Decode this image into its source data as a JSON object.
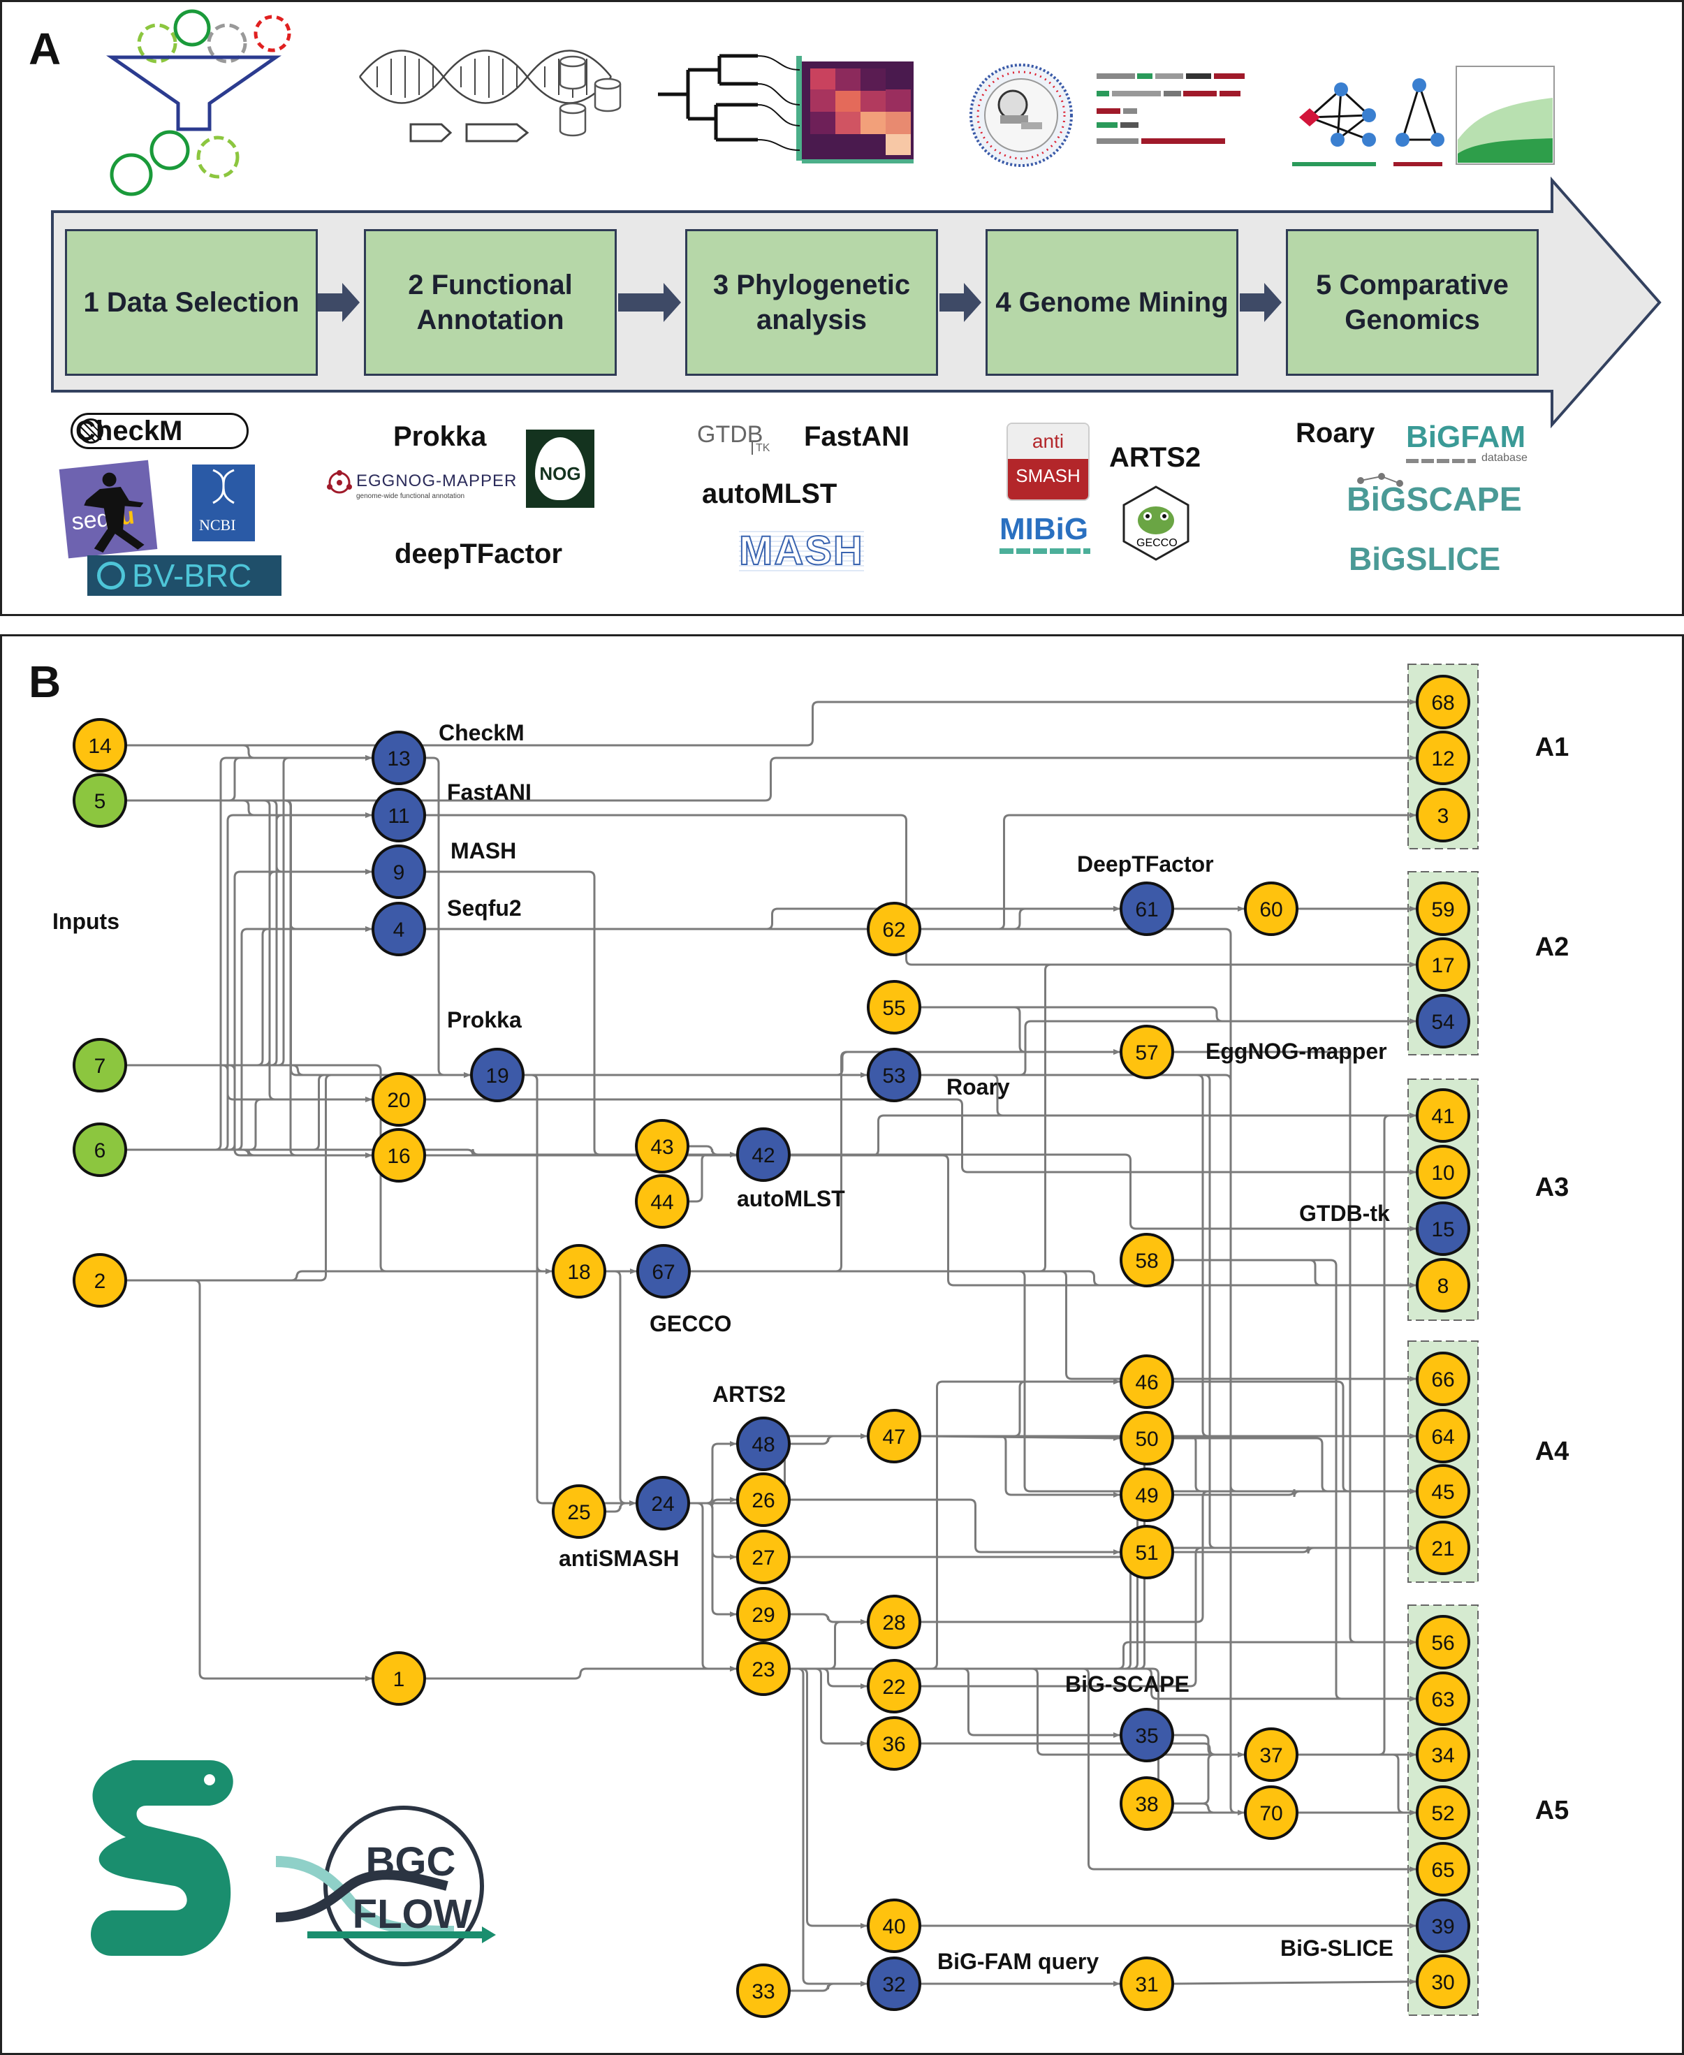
{
  "panel_a": {
    "label": "A",
    "steps": [
      {
        "label": "1 Data Selection"
      },
      {
        "label": "2 Functional Annotation"
      },
      {
        "label": "3 Phylogenetic analysis"
      },
      {
        "label": "4 Genome Mining"
      },
      {
        "label": "5 Comparative Genomics"
      }
    ],
    "tools": {
      "checkm": "CheckM",
      "seqfu_seq": "seq",
      "seqfu_fu": "fu",
      "ncbi": "NCBI",
      "bvbrc": "BV-BRC",
      "prokka": "Prokka",
      "eggnog": "EGGNOG-MAPPER",
      "eggnog_sub": "genome-wide functional annotation",
      "nog": "NOG",
      "deeptfactor": "deepTFactor",
      "gtdb": "GTDB",
      "gtdb_tk": "TK",
      "fastani": "FastANI",
      "automlst": "autoMLST",
      "mash": "MASH",
      "antismash_top": "anti",
      "antismash_bottom": "SMASH",
      "arts2": "ARTS2",
      "mibig": "MIBiG",
      "gecco": "GECCO",
      "roary": "Roary",
      "bigfam": "BiGFAM",
      "bigfam_sub": "database",
      "bigscape": "BiGSCAPE",
      "bigslice": "BiGSLICE"
    }
  },
  "panel_b": {
    "label": "B",
    "nodes": [
      {
        "id": "14",
        "color": "yellow"
      },
      {
        "id": "5",
        "color": "green"
      },
      {
        "id": "7",
        "color": "green"
      },
      {
        "id": "6",
        "color": "green"
      },
      {
        "id": "2",
        "color": "yellow"
      },
      {
        "id": "13",
        "color": "blue"
      },
      {
        "id": "11",
        "color": "blue"
      },
      {
        "id": "9",
        "color": "blue"
      },
      {
        "id": "4",
        "color": "blue"
      },
      {
        "id": "20",
        "color": "yellow"
      },
      {
        "id": "16",
        "color": "yellow"
      },
      {
        "id": "19",
        "color": "blue"
      },
      {
        "id": "1",
        "color": "yellow"
      },
      {
        "id": "43",
        "color": "yellow"
      },
      {
        "id": "44",
        "color": "yellow"
      },
      {
        "id": "42",
        "color": "blue"
      },
      {
        "id": "18",
        "color": "yellow"
      },
      {
        "id": "67",
        "color": "blue"
      },
      {
        "id": "25",
        "color": "yellow"
      },
      {
        "id": "24",
        "color": "blue"
      },
      {
        "id": "48",
        "color": "blue"
      },
      {
        "id": "26",
        "color": "yellow"
      },
      {
        "id": "27",
        "color": "yellow"
      },
      {
        "id": "29",
        "color": "yellow"
      },
      {
        "id": "23",
        "color": "yellow"
      },
      {
        "id": "62",
        "color": "yellow"
      },
      {
        "id": "55",
        "color": "yellow"
      },
      {
        "id": "53",
        "color": "blue"
      },
      {
        "id": "47",
        "color": "yellow"
      },
      {
        "id": "28",
        "color": "yellow"
      },
      {
        "id": "22",
        "color": "yellow"
      },
      {
        "id": "36",
        "color": "yellow"
      },
      {
        "id": "40",
        "color": "yellow"
      },
      {
        "id": "32",
        "color": "blue"
      },
      {
        "id": "33",
        "color": "yellow"
      },
      {
        "id": "61",
        "color": "blue"
      },
      {
        "id": "60",
        "color": "yellow"
      },
      {
        "id": "57",
        "color": "yellow"
      },
      {
        "id": "58",
        "color": "yellow"
      },
      {
        "id": "46",
        "color": "yellow"
      },
      {
        "id": "50",
        "color": "yellow"
      },
      {
        "id": "49",
        "color": "yellow"
      },
      {
        "id": "51",
        "color": "yellow"
      },
      {
        "id": "35",
        "color": "blue"
      },
      {
        "id": "38",
        "color": "yellow"
      },
      {
        "id": "37",
        "color": "yellow"
      },
      {
        "id": "70",
        "color": "yellow"
      },
      {
        "id": "31",
        "color": "yellow"
      },
      {
        "id": "68",
        "color": "yellow"
      },
      {
        "id": "12",
        "color": "yellow"
      },
      {
        "id": "3",
        "color": "yellow"
      },
      {
        "id": "59",
        "color": "yellow"
      },
      {
        "id": "17",
        "color": "yellow"
      },
      {
        "id": "54",
        "color": "blue"
      },
      {
        "id": "41",
        "color": "yellow"
      },
      {
        "id": "10",
        "color": "yellow"
      },
      {
        "id": "15",
        "color": "blue"
      },
      {
        "id": "8",
        "color": "yellow"
      },
      {
        "id": "66",
        "color": "yellow"
      },
      {
        "id": "64",
        "color": "yellow"
      },
      {
        "id": "45",
        "color": "yellow"
      },
      {
        "id": "21",
        "color": "yellow"
      },
      {
        "id": "56",
        "color": "yellow"
      },
      {
        "id": "63",
        "color": "yellow"
      },
      {
        "id": "34",
        "color": "yellow"
      },
      {
        "id": "52",
        "color": "yellow"
      },
      {
        "id": "65",
        "color": "yellow"
      },
      {
        "id": "39",
        "color": "blue"
      },
      {
        "id": "30",
        "color": "yellow"
      }
    ],
    "labels": [
      {
        "key": "checkm",
        "text": "CheckM"
      },
      {
        "key": "fastani",
        "text": "FastANI"
      },
      {
        "key": "mash",
        "text": "MASH"
      },
      {
        "key": "seqfu2",
        "text": "Seqfu2"
      },
      {
        "key": "inputs",
        "text": "Inputs"
      },
      {
        "key": "prokka",
        "text": "Prokka"
      },
      {
        "key": "automlst",
        "text": "autoMLST"
      },
      {
        "key": "gecco",
        "text": "GECCO"
      },
      {
        "key": "arts2",
        "text": "ARTS2"
      },
      {
        "key": "antismash",
        "text": "antiSMASH"
      },
      {
        "key": "deeptfactor",
        "text": "DeepTFactor"
      },
      {
        "key": "roary",
        "text": "Roary"
      },
      {
        "key": "eggnog",
        "text": "EggNOG-mapper"
      },
      {
        "key": "gtdbtk",
        "text": "GTDB-tk"
      },
      {
        "key": "bigscape",
        "text": "BiG-SCAPE"
      },
      {
        "key": "bigfam",
        "text": "BiG-FAM query"
      },
      {
        "key": "bigslice",
        "text": "BiG-SLICE"
      }
    ],
    "groups": [
      {
        "label": "A1"
      },
      {
        "label": "A2"
      },
      {
        "label": "A3"
      },
      {
        "label": "A4"
      },
      {
        "label": "A5"
      }
    ],
    "logo_text": {
      "top": "BGC",
      "bottom": "FLOW"
    }
  },
  "colors": {
    "yellow": "#ffc20e",
    "green": "#8cc63f",
    "blue": "#3d5aa8",
    "edge": "#7a7a7a",
    "step_box": "#b6d7a8",
    "group_box": "#d5ead0",
    "snake": "#1a8e6e"
  }
}
